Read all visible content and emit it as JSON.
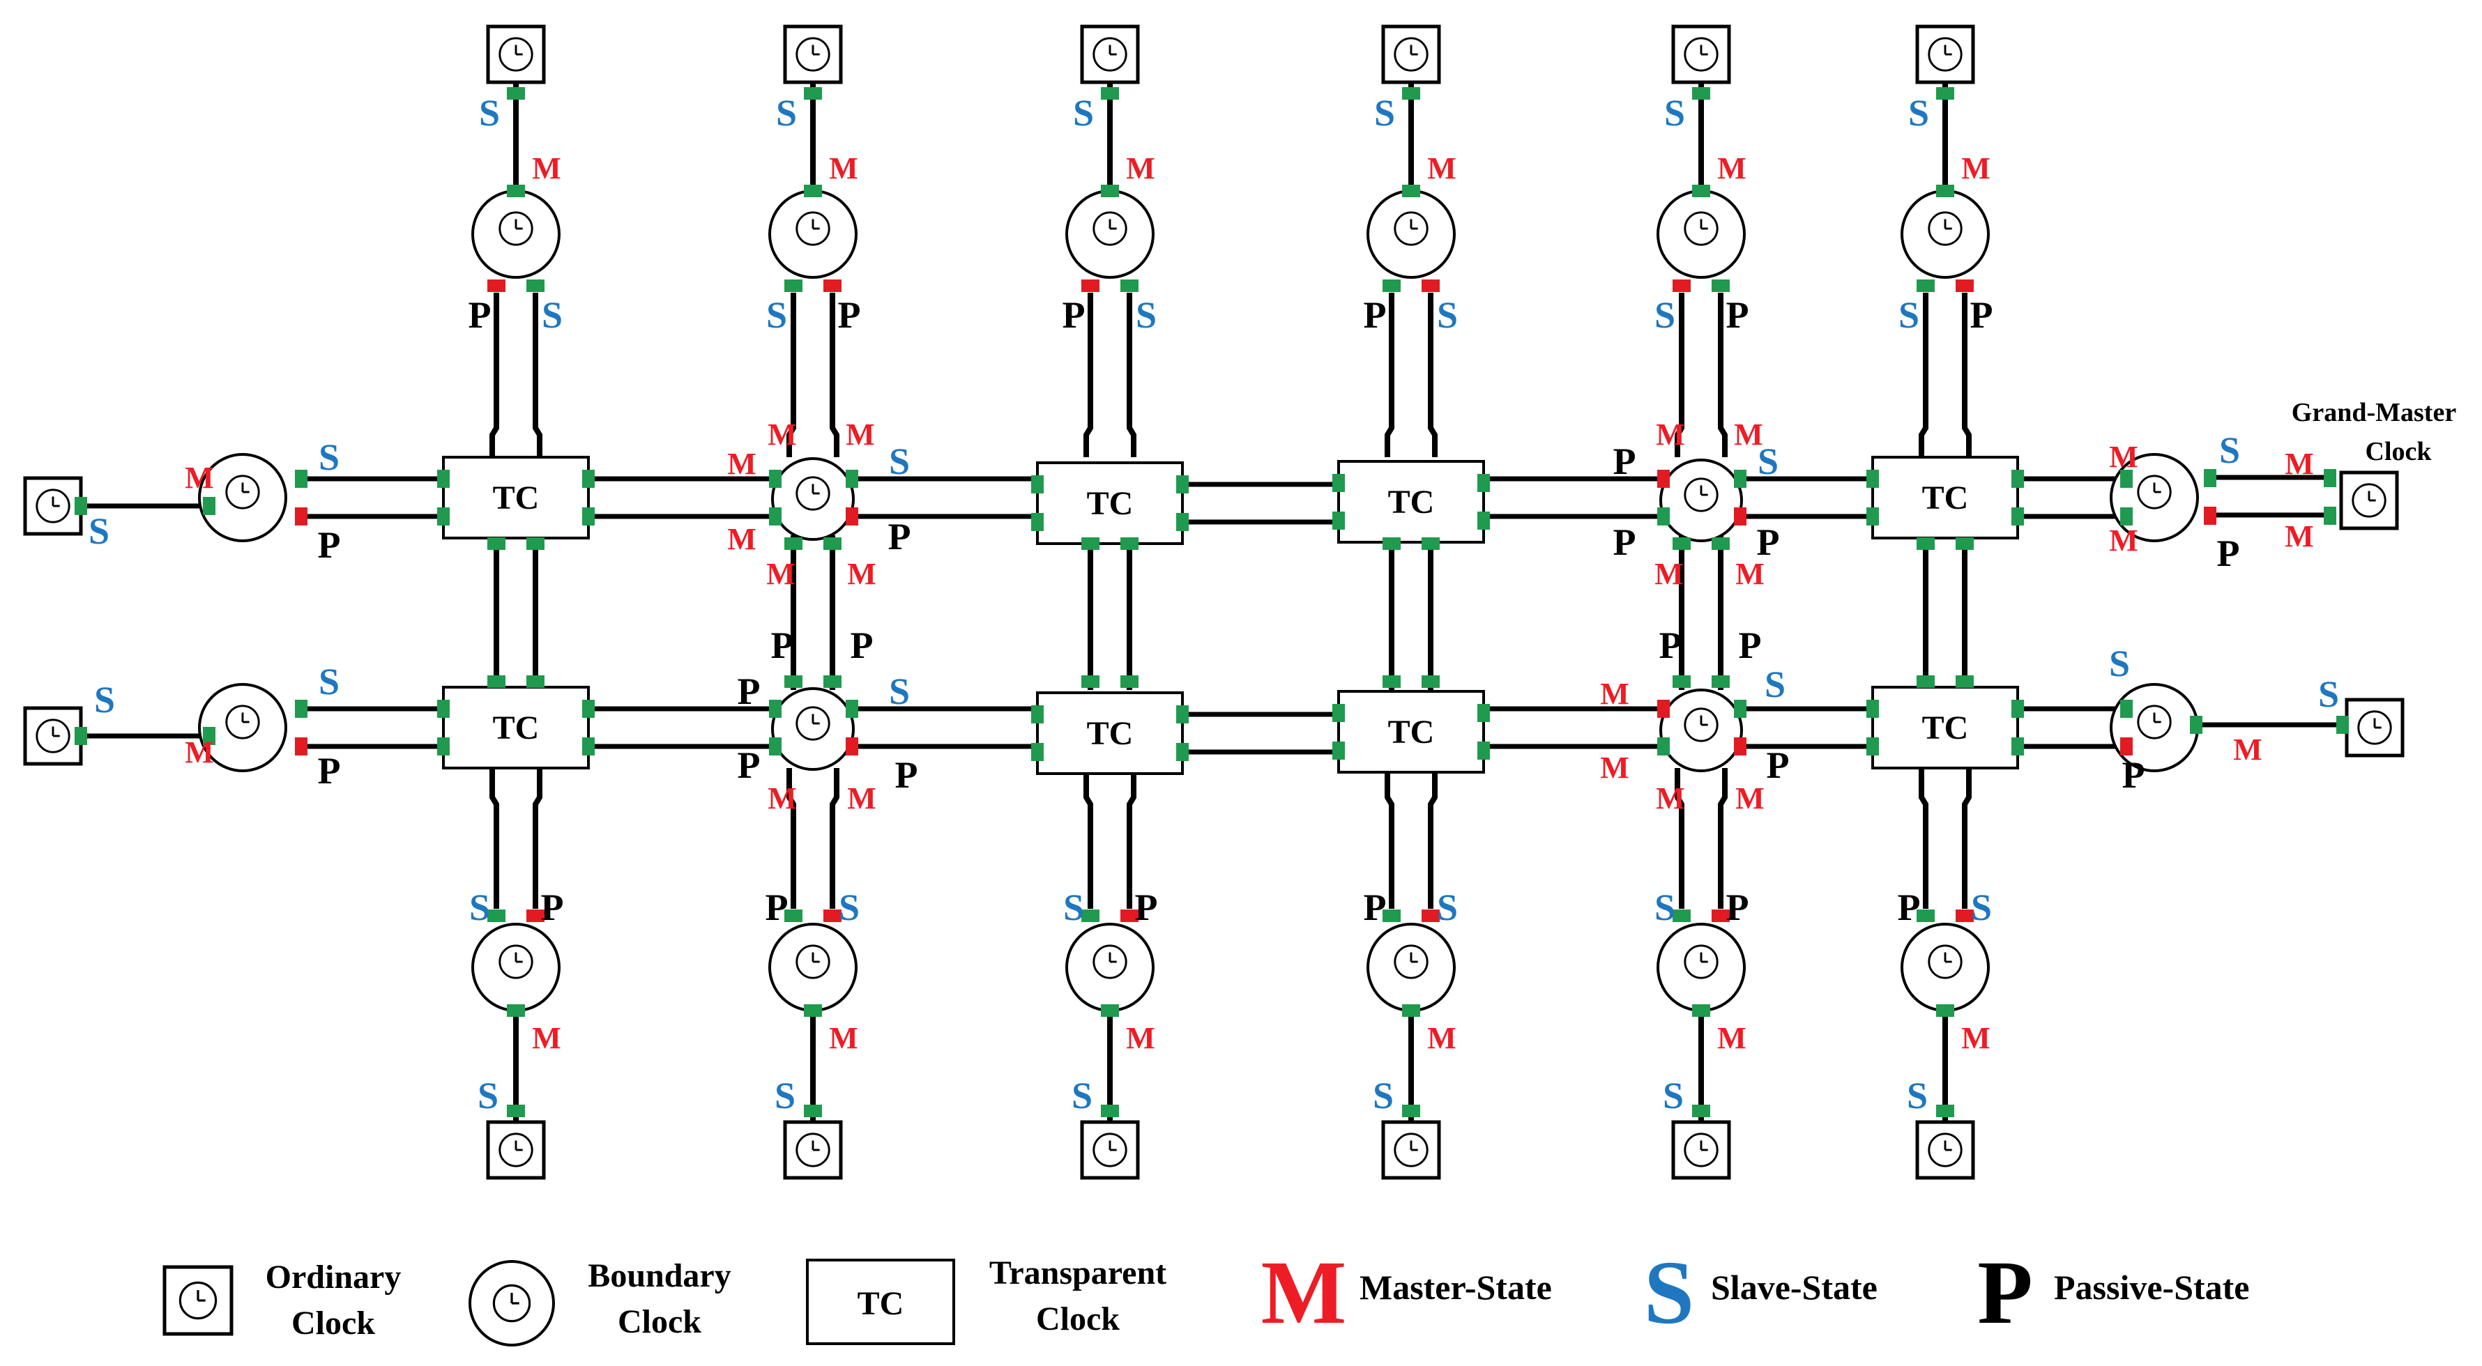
{
  "colors": {
    "master": "#ee1c25",
    "slave": "#1f77c0",
    "passive": "#000000",
    "port_green": "#1f9a4e",
    "port_red": "#e21b23",
    "line": "#000000",
    "box_fill": "#ffffff"
  },
  "labels": {
    "tc": "TC",
    "grandmaster_line1": "Grand-Master",
    "grandmaster_line2": "Clock"
  },
  "legend": {
    "ordinary_line1": "Ordinary",
    "ordinary_line2": "Clock",
    "boundary_line1": "Boundary",
    "boundary_line2": "Clock",
    "tc_box": "TC",
    "transparent_line1": "Transparent",
    "transparent_line2": "Clock",
    "m_symbol": "M",
    "m_text": "Master-State",
    "s_symbol": "S",
    "s_text": "Slave-State",
    "p_symbol": "P",
    "p_text": "Passive-State"
  },
  "icons": [
    "clock-icon",
    "boundary-clock-icon",
    "transparent-clock-box"
  ]
}
